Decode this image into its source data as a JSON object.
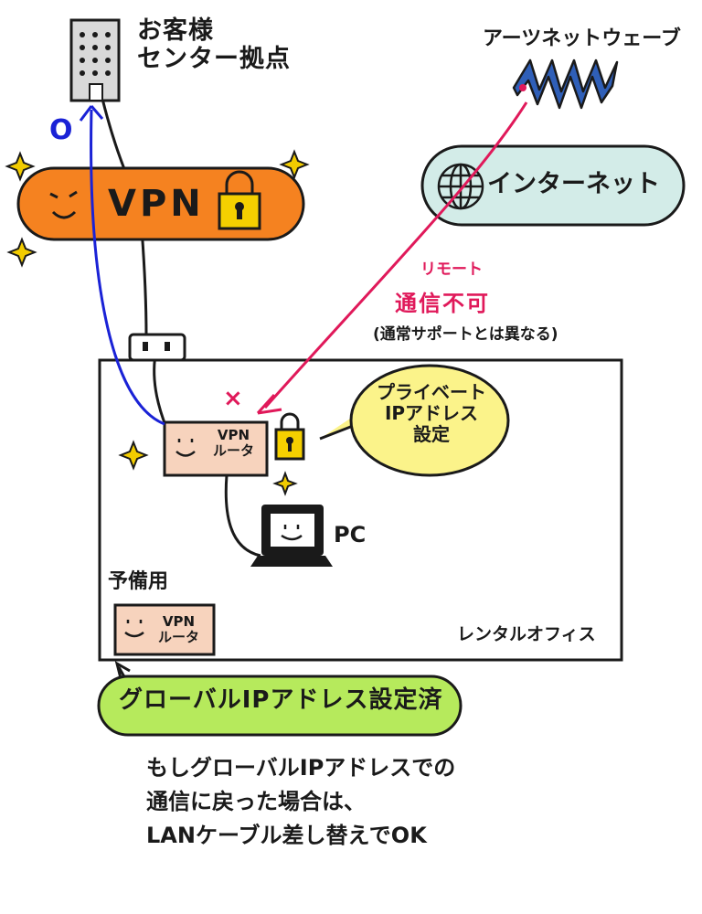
{
  "colors": {
    "outline": "#1a1a1a",
    "vpn_fill": "#f58220",
    "internet_fill": "#d3ece8",
    "router_fill": "#f7d3bd",
    "bubble_fill": "#fbf38a",
    "global_fill": "#b6ea5c",
    "lock_fill": "#f5d000",
    "sparkle": "#f2cc00",
    "remote_line": "#e0195a",
    "vpn_line": "#1a22d6",
    "building_fill": "#d9d9d9",
    "wave_fill": "#2f5fb8"
  },
  "icons": {
    "building": "building-icon",
    "wave": "wave-icon",
    "globe": "globe-icon",
    "lock": "lock-icon",
    "pc": "laptop-icon",
    "outlet": "power-outlet-icon",
    "sparkle": "sparkle-icon"
  },
  "hq": {
    "line1": "お客様",
    "line2": "センター拠点"
  },
  "wave": {
    "label": "アーツネットウェーブ"
  },
  "vpn": {
    "label": "VPN"
  },
  "internet": {
    "label": "インターネット"
  },
  "remote": {
    "line1": "リモート",
    "line2": "通信不可",
    "note": "(通常サポートとは異なる)"
  },
  "ok_mark": "O",
  "ng_mark": "×",
  "router": {
    "line1": "VPN",
    "line2": "ルータ"
  },
  "private_bubble": {
    "line1": "プライベート",
    "line2": "IPアドレス",
    "line3": "設定"
  },
  "pc": {
    "label": "PC"
  },
  "spare": {
    "label": "予備用",
    "router_line1": "VPN",
    "router_line2": "ルータ"
  },
  "office": {
    "label": "レンタルオフィス"
  },
  "global_bubble": {
    "label": "グローバルIPアドレス設定済"
  },
  "note": {
    "line1": "もしグローバルIPアドレスでの",
    "line2": "通信に戻った場合は、",
    "line3": "LANケーブル差し替えでOK"
  }
}
